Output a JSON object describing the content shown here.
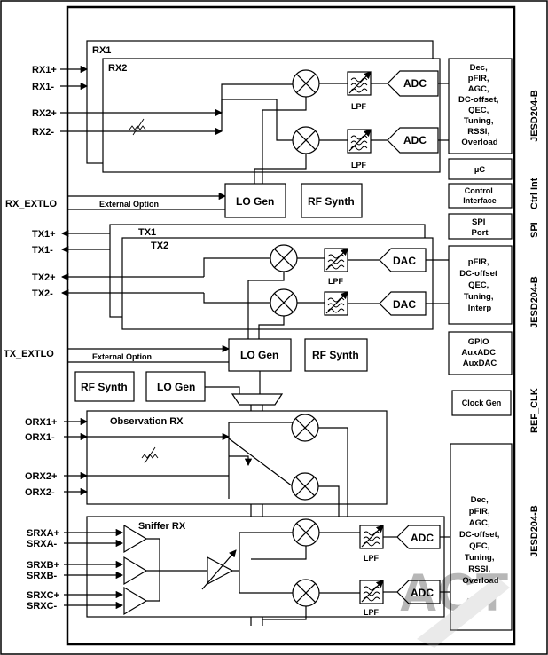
{
  "pins_left": {
    "rx1p": "RX1+",
    "rx1m": "RX1-",
    "rx2p": "RX2+",
    "rx2m": "RX2-",
    "rx_extlo": "RX_EXTLO",
    "tx1p": "TX1+",
    "tx1m": "TX1-",
    "tx2p": "TX2+",
    "tx2m": "TX2-",
    "tx_extlo": "TX_EXTLO",
    "orx1p": "ORX1+",
    "orx1m": "ORX1-",
    "orx2p": "ORX2+",
    "orx2m": "ORX2-",
    "srxap": "SRXA+",
    "srxam": "SRXA-",
    "srxbp": "SRXB+",
    "srxbm": "SRXB-",
    "srxcp": "SRXC+",
    "srxcm": "SRXC-"
  },
  "rx": {
    "rx1_label": "RX1",
    "rx2_label": "RX2",
    "adc": "ADC",
    "lpf": "LPF",
    "external_option": "External Option",
    "lo_gen": "LO Gen",
    "rf_synth": "RF Synth"
  },
  "tx": {
    "tx1_label": "TX1",
    "tx2_label": "TX2",
    "dac": "DAC",
    "lpf": "LPF",
    "external_option": "External Option",
    "lo_gen": "LO Gen",
    "rf_synth": "RF Synth"
  },
  "aux": {
    "rf_synth": "RF Synth",
    "lo_gen": "LO Gen"
  },
  "orx": {
    "label": "Observation RX"
  },
  "sniffer": {
    "label": "Sniffer RX",
    "adc": "ADC",
    "lpf": "LPF"
  },
  "dsp": {
    "rx_lines": [
      "Dec,",
      "pFIR,",
      "AGC,",
      "DC-offset,",
      "QEC,",
      "Tuning,",
      "RSSI,",
      "Overload"
    ],
    "uc": "µC",
    "control_lines": [
      "Control",
      "Interface"
    ],
    "spi_lines": [
      "SPI",
      "Port"
    ],
    "tx_lines": [
      "pFIR,",
      "DC-offset",
      "QEC,",
      "Tuning,",
      "Interp"
    ],
    "gpio_lines": [
      "GPIO",
      "AuxADC",
      "AuxDAC"
    ],
    "clock_gen": "Clock Gen",
    "orx_lines": [
      "Dec,",
      "pFIR,",
      "AGC,",
      "DC-offset,",
      "QEC,",
      "Tuning,",
      "RSSI,",
      "Overload"
    ]
  },
  "right_labels": {
    "jesd_rx": "JESD204-B",
    "ctrl_int": "Ctrl Int",
    "spi": "SPI",
    "jesd_tx": "JESD204-B",
    "ref_clk": "REF_CLK",
    "jesd_orx": "JESD204-B"
  },
  "watermark": "ACT"
}
